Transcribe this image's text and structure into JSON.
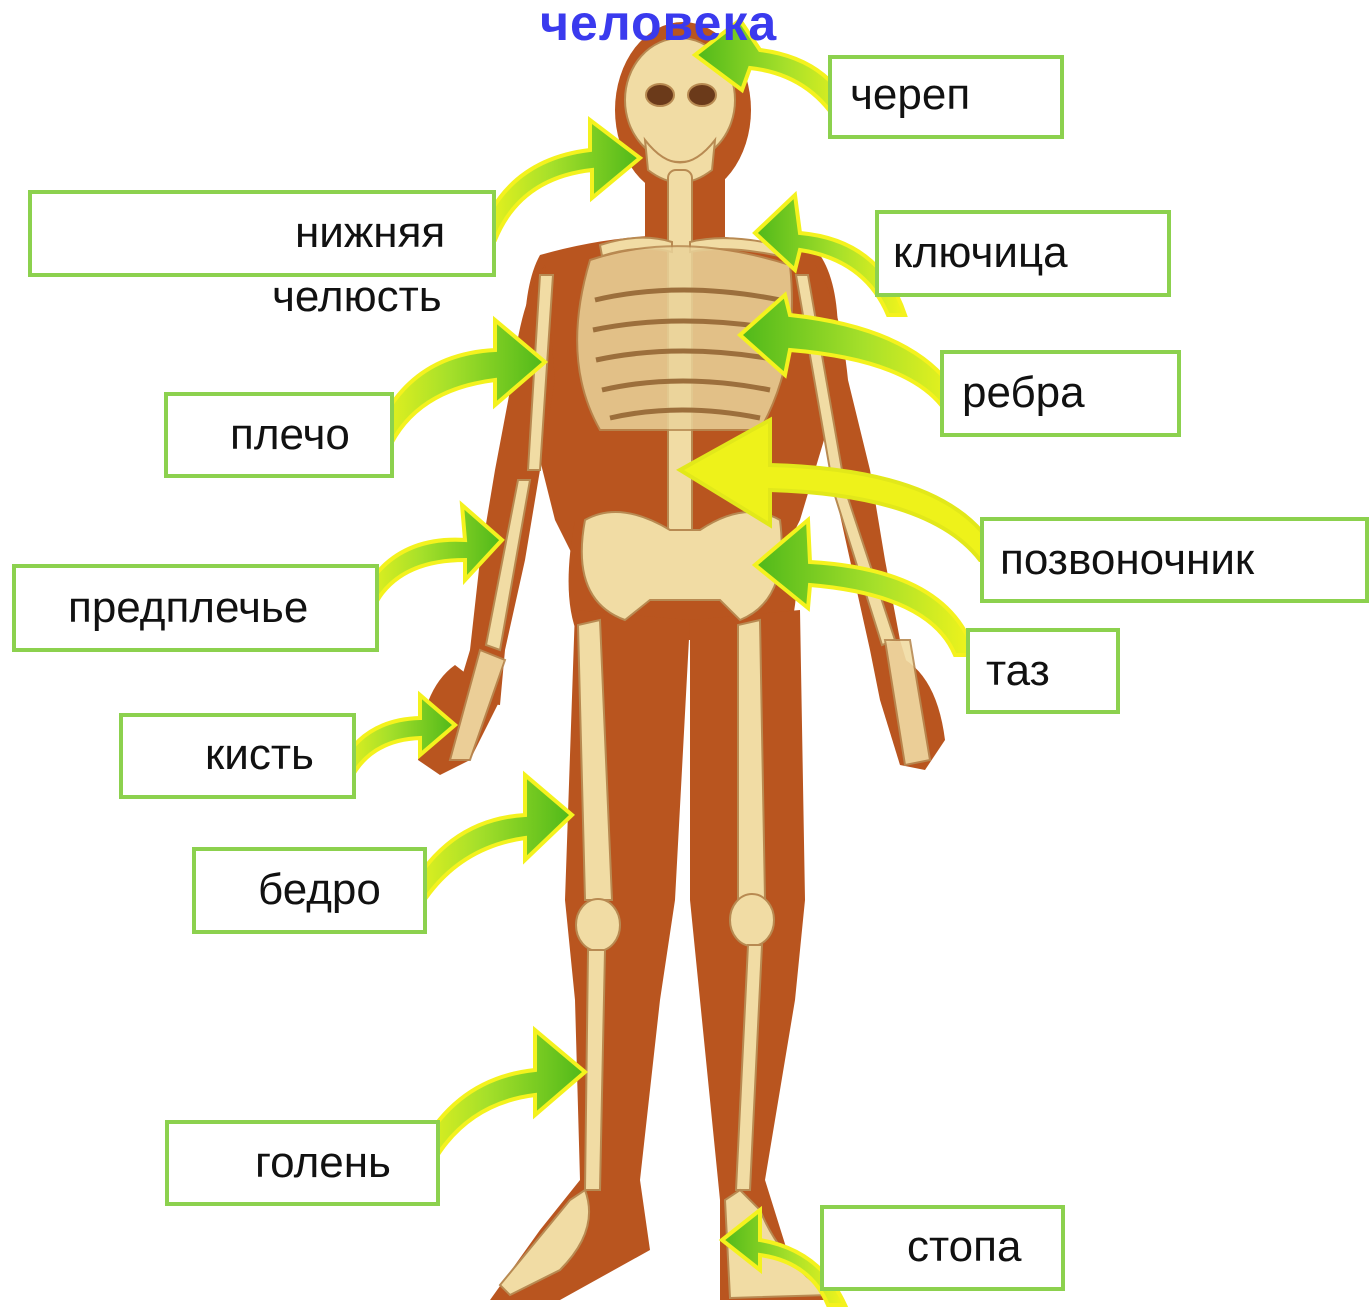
{
  "title": "человека",
  "labels": {
    "skull": "череп",
    "jaw_line1": "нижняя",
    "jaw_line2": "челюсть",
    "clavicle": "ключица",
    "ribs": "ребра",
    "shoulder": "плечо",
    "spine": "позвоночник",
    "forearm": "предплечье",
    "pelvis": "таз",
    "hand": "кисть",
    "thigh": "бедро",
    "shin": "голень",
    "foot": "стопа"
  },
  "colors": {
    "title": "#3a3aee",
    "box_border": "#8cd14e",
    "arrow_green": "#5cc21c",
    "arrow_yellow": "#eef21a",
    "body": "#b9551f",
    "bone": "#f1dca4"
  }
}
